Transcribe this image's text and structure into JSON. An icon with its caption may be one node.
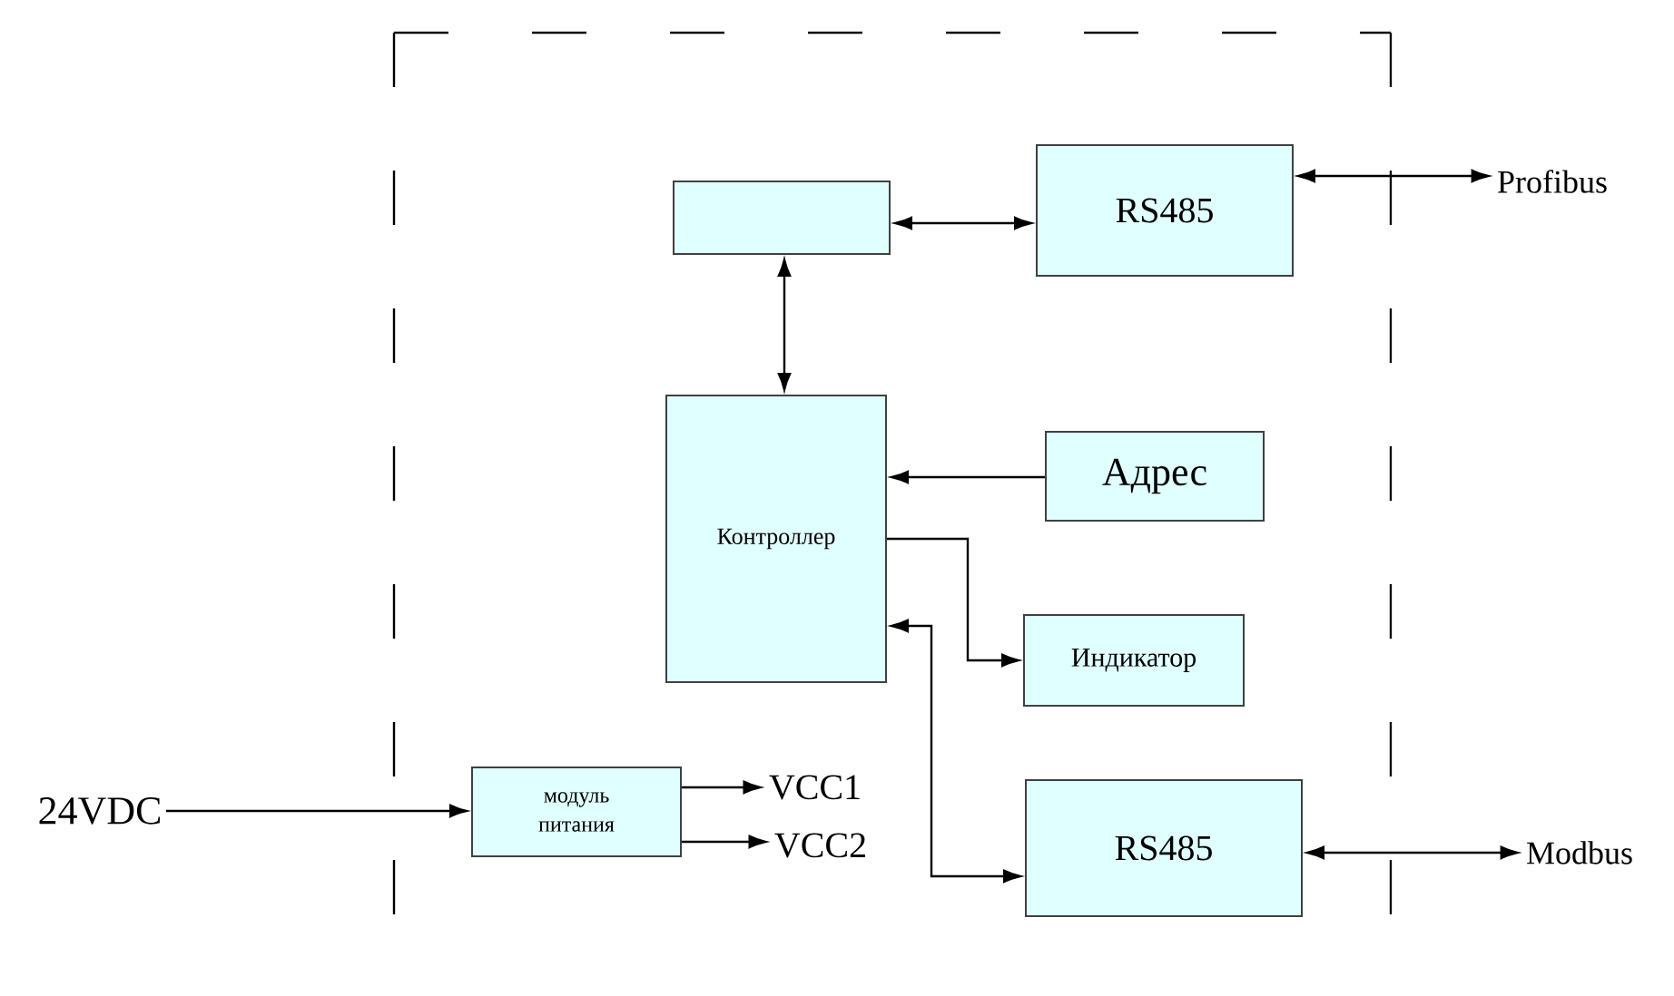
{
  "diagram": {
    "nodes": [
      {
        "text": [],
        "shape": "box"
      },
      {
        "text": [
          "RS485"
        ]
      },
      {
        "text": [
          "Profibus"
        ]
      },
      {
        "text": [
          "Контроллер"
        ]
      },
      {
        "text": [
          "Адрес"
        ]
      },
      {
        "text": [
          "Индикатор"
        ]
      },
      {
        "text": [
          "RS485"
        ]
      },
      {
        "text": [
          "Modbus"
        ]
      },
      {
        "text": [
          "24VDC"
        ]
      },
      {
        "text": [
          "модуль питания"
        ]
      },
      {
        "text": [
          "VCC1"
        ]
      },
      {
        "text": [
          "VCC2"
        ]
      }
    ],
    "edges": [
      {
        "from": 0,
        "to": 1,
        "arrow": "both"
      },
      {
        "from": 1,
        "to": 2,
        "arrow": "both"
      },
      {
        "from": 0,
        "to": 3,
        "arrow": "both"
      },
      {
        "from": 4,
        "to": 3,
        "arrow": "to"
      },
      {
        "from": 3,
        "to": 5,
        "arrow": "to"
      },
      {
        "from": 3,
        "to": 6,
        "arrow": "both"
      },
      {
        "from": 6,
        "to": 7,
        "arrow": "both"
      },
      {
        "from": 8,
        "to": 9,
        "arrow": "to"
      },
      {
        "from": 9,
        "to": 10,
        "arrow": "to"
      },
      {
        "from": 9,
        "to": 11,
        "arrow": "to"
      }
    ]
  }
}
